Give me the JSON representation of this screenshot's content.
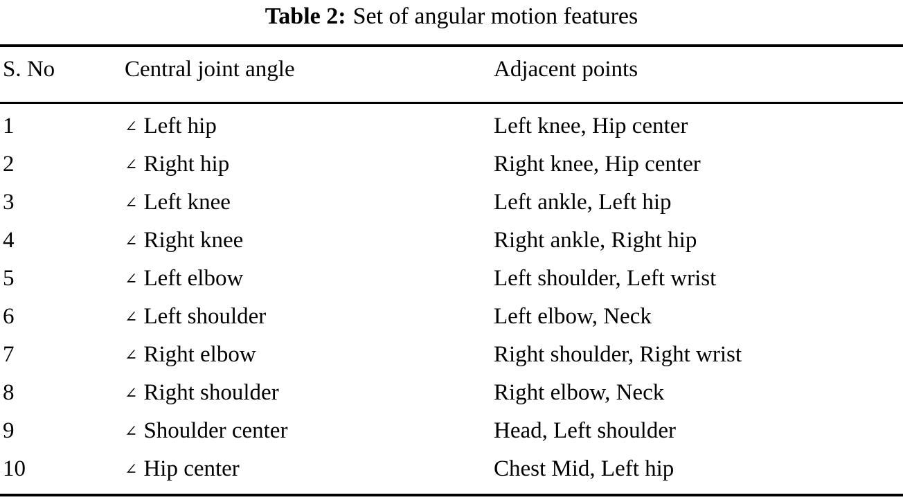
{
  "caption": {
    "label": "Table 2:",
    "text": "Set of angular motion features"
  },
  "table": {
    "columns": [
      "S. No",
      "Central joint angle",
      "Adjacent points"
    ],
    "angle_symbol": "∠",
    "rows": [
      {
        "sno": "1",
        "angle": "Left hip",
        "adjacent": "Left knee, Hip center"
      },
      {
        "sno": "2",
        "angle": "Right hip",
        "adjacent": "Right knee, Hip center"
      },
      {
        "sno": "3",
        "angle": "Left knee",
        "adjacent": "Left ankle, Left hip"
      },
      {
        "sno": "4",
        "angle": "Right knee",
        "adjacent": "Right ankle, Right hip"
      },
      {
        "sno": "5",
        "angle": "Left elbow",
        "adjacent": "Left shoulder, Left wrist"
      },
      {
        "sno": "6",
        "angle": "Left shoulder",
        "adjacent": "Left elbow, Neck"
      },
      {
        "sno": "7",
        "angle": "Right elbow",
        "adjacent": "Right shoulder, Right wrist"
      },
      {
        "sno": "8",
        "angle": "Right shoulder",
        "adjacent": "Right elbow, Neck"
      },
      {
        "sno": "9",
        "angle": "Shoulder center",
        "adjacent": "Head, Left shoulder"
      },
      {
        "sno": "10",
        "angle": "Hip center",
        "adjacent": "Chest Mid, Left hip"
      }
    ]
  }
}
